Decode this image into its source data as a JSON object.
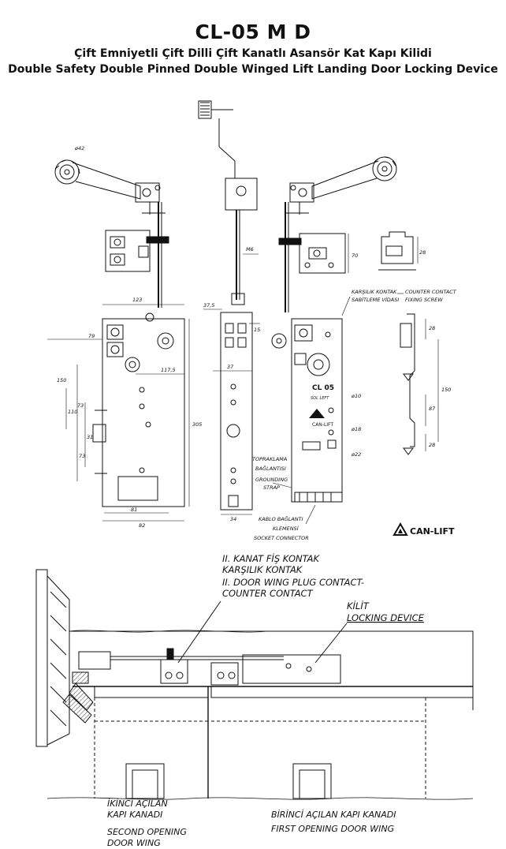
{
  "header": {
    "model": "CL-05 M D",
    "title_tr": "Çift Emniyetli Çift Dilli Çift Kanatlı Asansör Kat Kapı Kilidi",
    "title_en": "Double Safety Double Pinned Double Winged Lift Landing Door Locking Device"
  },
  "dimensions": {
    "d42": "ø42",
    "m6": "M6",
    "d70": "70",
    "d28a": "28",
    "d123": "123",
    "d37_5": "37,5",
    "d79": "79",
    "d15": "15",
    "d117_5": "117,5",
    "d150": "150",
    "d110": "110",
    "d73a": "73",
    "d37": "37",
    "d31": "31",
    "d73b": "73",
    "d305": "305",
    "d81": "81",
    "d82": "82",
    "d34": "34",
    "d28b": "28",
    "d150b": "150",
    "d87": "87",
    "d28c": "28",
    "d10": "ø10",
    "d18": "ø18",
    "d22": "ø22"
  },
  "callouts": {
    "counter_tr_1": "KARŞILIK KONTAK",
    "counter_tr_2": "SABİTLEME VİDASI",
    "counter_en_1": "COUNTER CONTACT",
    "counter_en_2": "FIXING SCREW",
    "ground_tr_1": "TOPRAKLAMA",
    "ground_tr_2": "BAĞLANTISI",
    "ground_en_1": "GROUNDING",
    "ground_en_2": "STRAP",
    "cable_tr_1": "KABLO BAĞLANTI",
    "cable_tr_2": "KLEMENSİ",
    "cable_en": "SOCKET CONNECTOR"
  },
  "device_marks": {
    "model": "CL 05",
    "side": "SOL LEFT",
    "brand": "CAN-LIFT"
  },
  "brand_logo": "CAN-LIFT",
  "bottom_labels": {
    "wing_contact_tr_1": "II. KANAT FİŞ KONTAK",
    "wing_contact_tr_2": "KARŞILIK KONTAK",
    "wing_contact_en_1": "II. DOOR WING PLUG CONTACT-",
    "wing_contact_en_2": "COUNTER CONTACT",
    "lock_tr": "KİLİT",
    "lock_en": "LOCKING DEVICE",
    "second_tr_1": "İKİNCİ AÇILAN",
    "second_tr_2": "KAPI KANADI",
    "second_en_1": "SECOND OPENING",
    "second_en_2": "DOOR WING",
    "first_tr": "BİRİNCİ AÇILAN KAPI KANADI",
    "first_en": "FIRST OPENING DOOR WING"
  },
  "colors": {
    "line": "#111111",
    "paper": "#ffffff"
  }
}
